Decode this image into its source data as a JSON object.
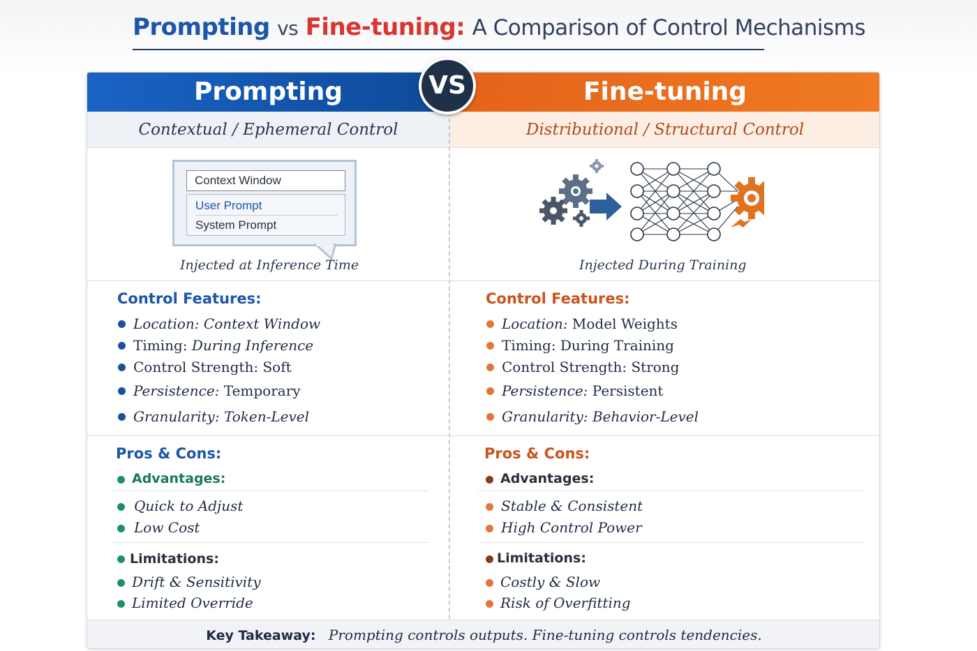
{
  "title": {
    "prompting": "Prompting",
    "vs": "vs",
    "finetuning": "Fine-tuning:",
    "rest": "A Comparison of Control Mechanisms"
  },
  "badge": "VS",
  "left": {
    "header": "Prompting",
    "subheader": "Contextual / Ephemeral Control",
    "context_window": {
      "title": "Context Window",
      "user_prompt": "User Prompt",
      "system_prompt": "System Prompt"
    },
    "caption": "Injected at Inference Time",
    "features_title": "Control Features:",
    "features": [
      {
        "label": "Location:",
        "value": "Context Window"
      },
      {
        "label": "Timing:",
        "value": "During Inference"
      },
      {
        "label": "Control Strength:",
        "value": "Soft"
      },
      {
        "label": "Persistence:",
        "value": "Temporary"
      },
      {
        "label": "Granularity:",
        "value": "Token-Level"
      }
    ],
    "pros_cons_title": "Pros & Cons:",
    "advantages_label": "Advantages:",
    "advantages": [
      "Quick to Adjust",
      "Low Cost"
    ],
    "limitations_label": "Limitations:",
    "limitations": [
      "Drift & Sensitivity",
      "Limited Override"
    ]
  },
  "right": {
    "header": "Fine-tuning",
    "subheader": "Distributional / Structural Control",
    "caption": "Injected During Training",
    "features_title": "Control Features:",
    "features": [
      {
        "label": "Location:",
        "value": "Model Weights"
      },
      {
        "label": "Timing:",
        "value": "During Training"
      },
      {
        "label": "Control Strength:",
        "value": "Strong"
      },
      {
        "label": "Persistence:",
        "value": "Persistent"
      },
      {
        "label": "Granularity:",
        "value": "Behavior-Level"
      }
    ],
    "pros_cons_title": "Pros & Cons:",
    "advantages_label": "Advantages:",
    "advantages": [
      "Stable & Consistent",
      "High Control Power"
    ],
    "limitations_label": "Limitations:",
    "limitations": [
      "Costly & Slow",
      "Risk of Overfitting"
    ]
  },
  "takeaway": {
    "label": "Key Takeaway:",
    "text": "Prompting controls outputs. Fine-tuning controls tendencies."
  },
  "colors": {
    "prompting_blue": "#1d56a8",
    "finetuning_orange": "#e4631a",
    "title_red": "#d7372e",
    "advantage_green": "#1f8f6a"
  },
  "icons": [
    "gears-icon",
    "arrow-icon",
    "neural-network-icon",
    "orange-gear-icon"
  ]
}
